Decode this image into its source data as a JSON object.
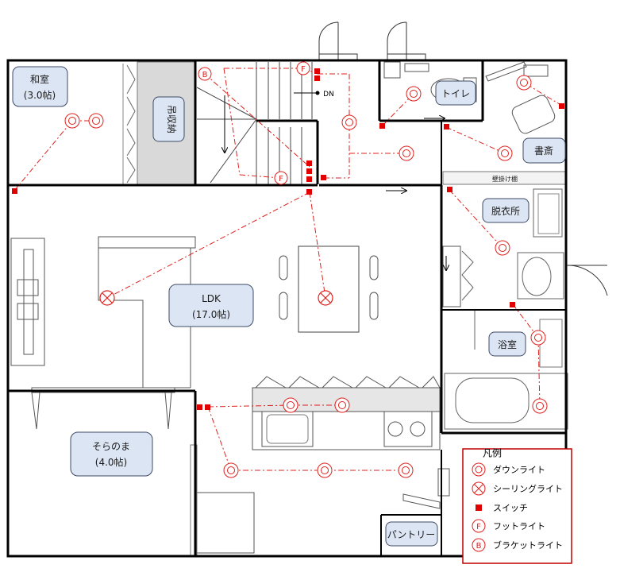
{
  "rooms": {
    "washitsu": "和室",
    "washitsu_size": "(3.0帖)",
    "tsuri_shuno": "吊収納",
    "toilet": "トイレ",
    "shosai": "書斎",
    "kabekake_dana": "壁掛け棚",
    "datsuijo": "脱衣所",
    "ldk": "LDK",
    "ldk_size": "(17.0帖)",
    "yokushitsu": "浴室",
    "soranoma": "そらのま",
    "soranoma_size": "(4.0帖)",
    "pantry": "パントリー"
  },
  "stair": {
    "dn_label": "DN"
  },
  "markers": {
    "foot_letter": "F",
    "bracket_letter": "B"
  },
  "legend": {
    "title": "凡例",
    "items": [
      {
        "symbol": "downlight",
        "label": "ダウンライト"
      },
      {
        "symbol": "ceiling",
        "label": "シーリングライト"
      },
      {
        "symbol": "switch",
        "label": "スイッチ"
      },
      {
        "symbol": "foot",
        "label": "フットライト"
      },
      {
        "symbol": "bracket",
        "label": "ブラケットライト"
      }
    ]
  },
  "colors": {
    "wall": "#000000",
    "light": "#e0201c",
    "switch": "#e00000",
    "label_fill": "#dce5f3",
    "label_stroke": "#3c4a66",
    "legend_border": "#c00000",
    "storage_fill": "#d9d9d9",
    "counter_fill": "#e6e6e6"
  }
}
